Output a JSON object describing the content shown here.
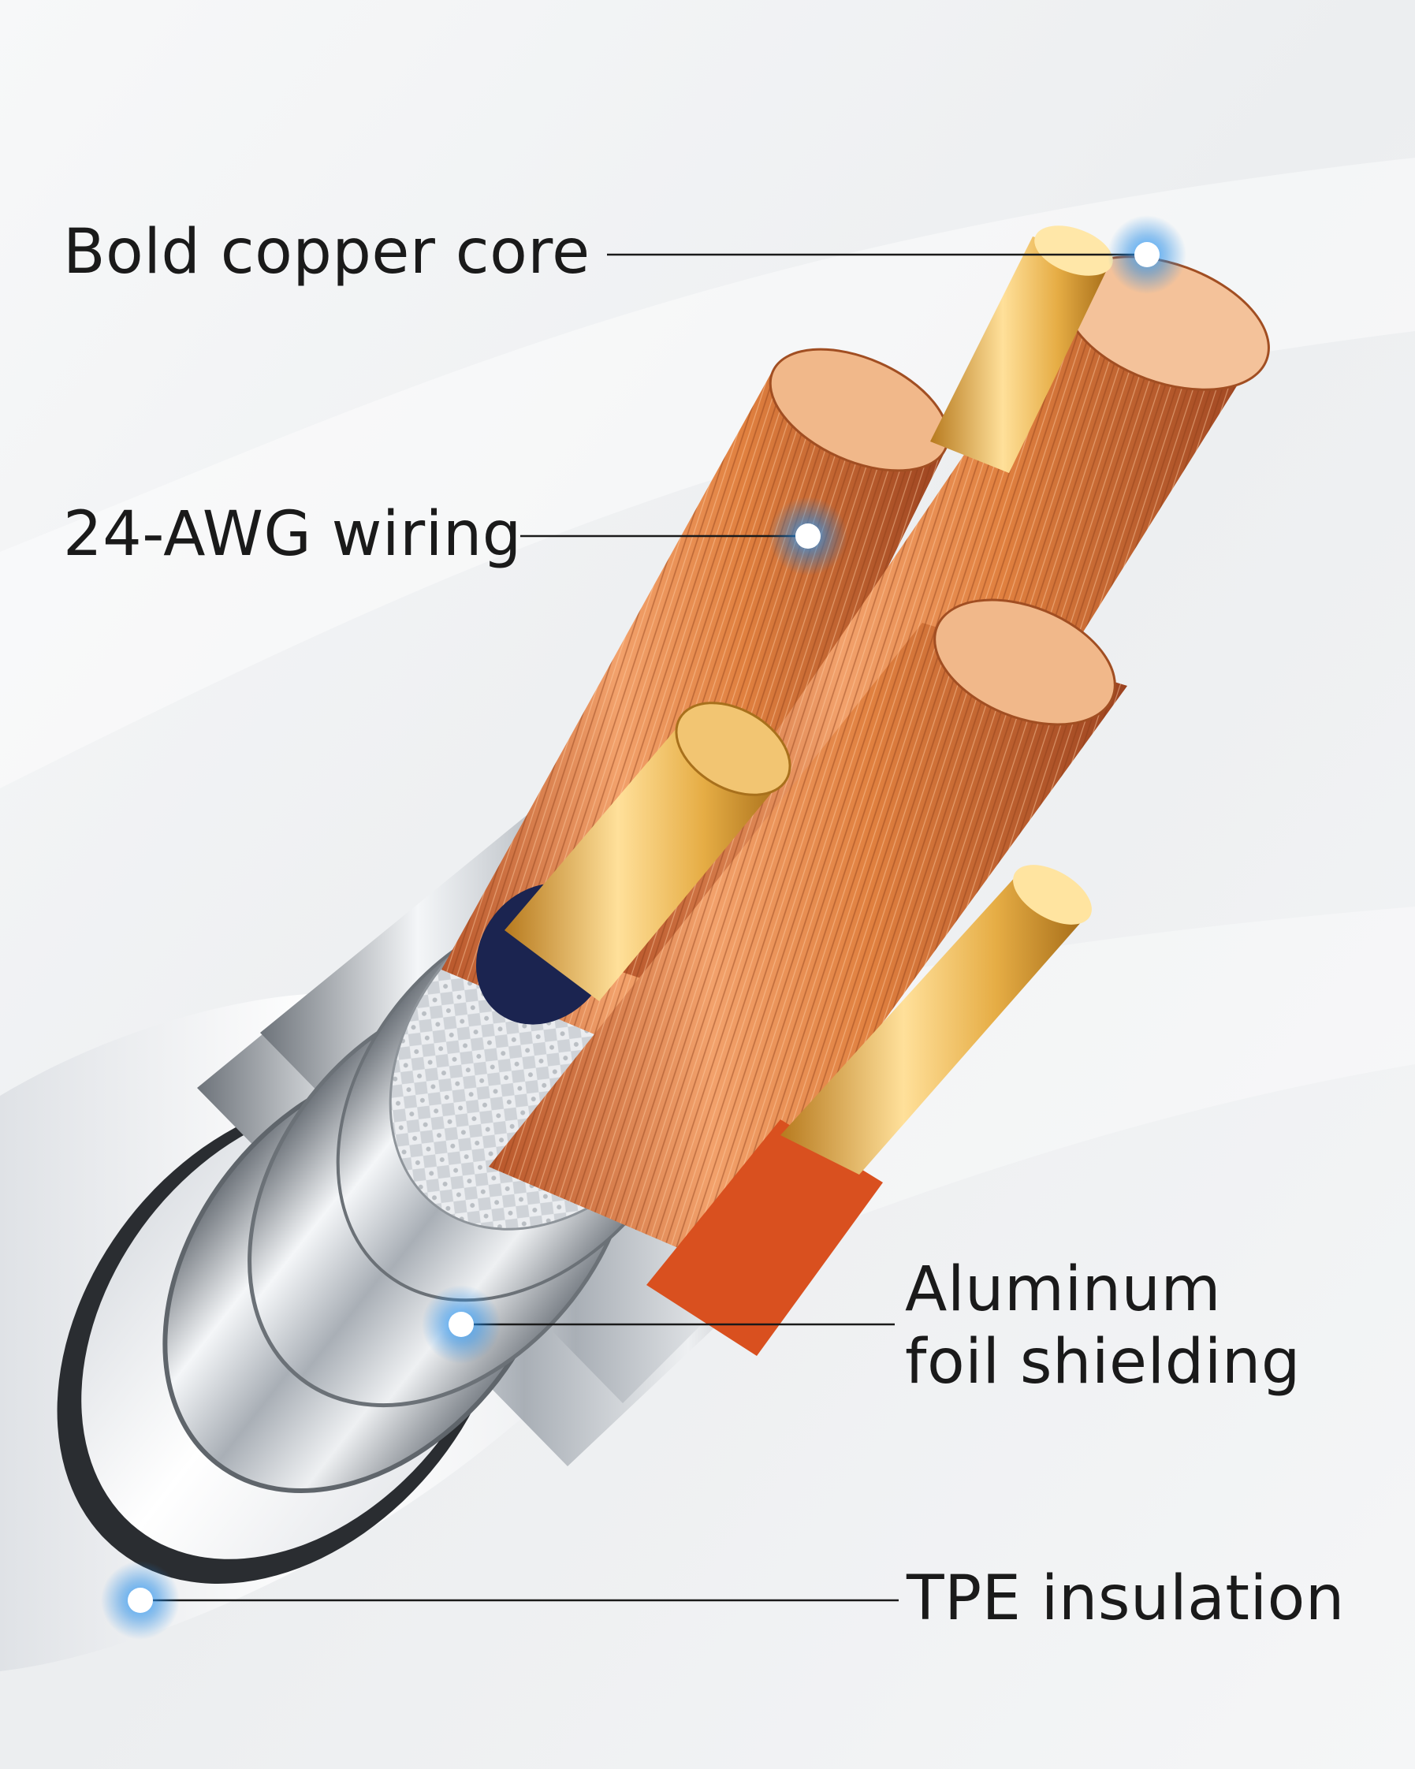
{
  "callouts": [
    {
      "id": "copper-core",
      "lines": [
        "Bold copper core"
      ]
    },
    {
      "id": "awg-wiring",
      "lines": [
        "24-AWG wiring"
      ]
    },
    {
      "id": "foil-shielding",
      "lines": [
        "Aluminum",
        "foil shielding"
      ]
    },
    {
      "id": "tpe-insulation",
      "lines": [
        "TPE insulation"
      ]
    }
  ],
  "colors": {
    "marker": "#1e88e5",
    "leader": "#1a1a1a",
    "copper": "#e08a4a",
    "gold": "#e6b04a",
    "silver": "#c7ccd2",
    "jacket": "#f2f3f5"
  }
}
